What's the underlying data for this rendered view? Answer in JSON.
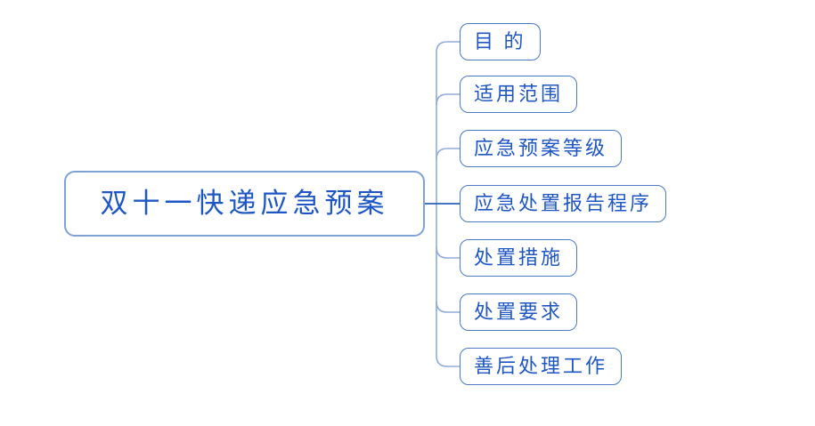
{
  "diagram": {
    "type": "mindmap",
    "title": "双十一快递应急预案",
    "root": {
      "label": "双十一快递应急预案"
    },
    "branches": [
      {
        "label": "目 的"
      },
      {
        "label": "适用范围"
      },
      {
        "label": "应急预案等级"
      },
      {
        "label": "应急处置报告程序"
      },
      {
        "label": "处置措施"
      },
      {
        "label": "处置要求"
      },
      {
        "label": "善后处理工作"
      }
    ],
    "colors": {
      "background": "#ffffff",
      "text": "#1E57C3",
      "root_border": "#7EA1D8",
      "child_border": "#4C79C6",
      "branch_line": "#8FABDC",
      "center_line": "#2A61BD"
    }
  }
}
